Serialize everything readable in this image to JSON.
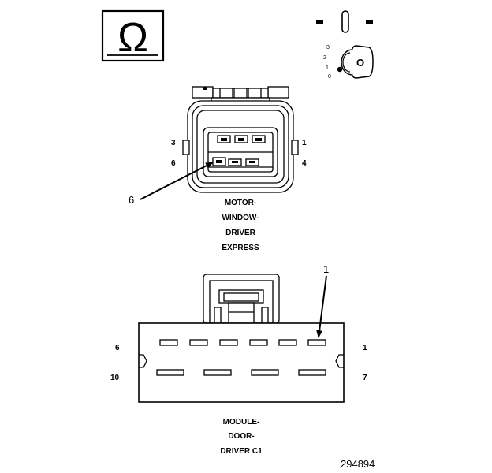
{
  "ohm_symbol": "Ω",
  "ignition_switch": {
    "key_letter": "O",
    "positions": [
      "3",
      "2",
      "1",
      "0"
    ]
  },
  "connector_top": {
    "pin_labels": {
      "top_left": "3",
      "top_right": "1",
      "bottom_left": "6",
      "bottom_right": "4"
    },
    "callout": "6",
    "caption_lines": [
      "MOTOR-",
      "WINDOW-",
      "DRIVER",
      "EXPRESS"
    ]
  },
  "connector_bottom": {
    "pin_labels": {
      "top_left": "6",
      "top_right": "1",
      "bottom_left": "10",
      "bottom_right": "7"
    },
    "callout": "1",
    "caption_lines": [
      "MODULE-",
      "DOOR-",
      "DRIVER C1"
    ]
  },
  "figure_id": "294894"
}
